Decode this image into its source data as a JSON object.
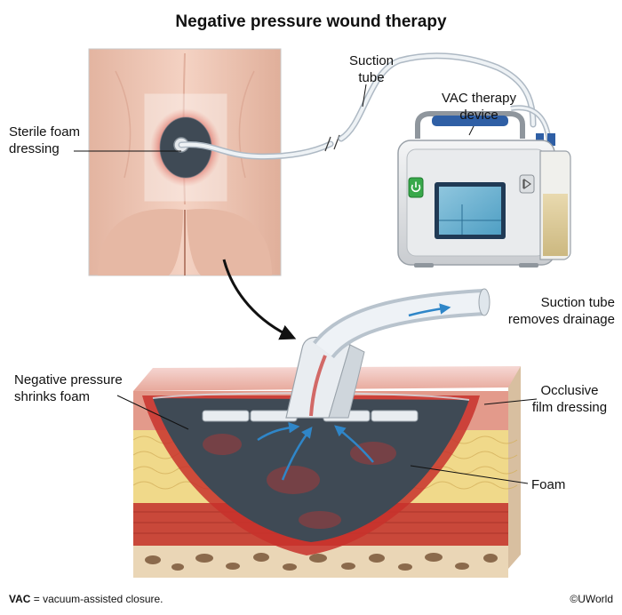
{
  "title": "Negative pressure wound therapy",
  "labels": {
    "suction_tube_l1": "Suction",
    "suction_tube_l2": "tube",
    "vac_device_l1": "VAC therapy",
    "vac_device_l2": "device",
    "sterile_foam_l1": "Sterile foam",
    "sterile_foam_l2": "dressing",
    "removes_l1": "Suction tube",
    "removes_l2": "removes drainage",
    "neg_pressure_l1": "Negative pressure",
    "neg_pressure_l2": "shrinks foam",
    "occlusive_l1": "Occlusive",
    "occlusive_l2": "film dressing",
    "foam": "Foam"
  },
  "footnote": {
    "abbr": "VAC",
    "definition": " = vacuum-assisted closure."
  },
  "copyright": "©UWorld",
  "icons": {
    "power": "power-icon",
    "play": "play-icon"
  },
  "colors": {
    "foam": "#3f4a55",
    "wound_red": "#c8312c",
    "fat": "#f0d98a",
    "muscle": "#c9483a",
    "tube": "#dfe8f0",
    "arrow": "#2f86c8",
    "device_handle": "#2f5fa5"
  }
}
